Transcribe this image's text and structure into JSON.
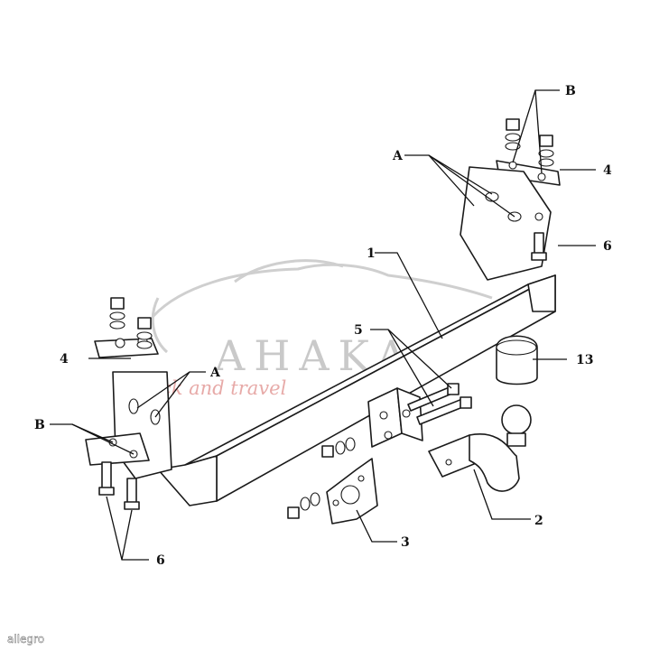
{
  "watermark": {
    "brand": "AHAKA",
    "tagline": "pack and travel"
  },
  "labels": {
    "part_1": "1",
    "part_2": "2",
    "part_3": "3",
    "part_4_left": "4",
    "part_4_right": "4",
    "part_5": "5",
    "part_6_left": "6",
    "part_6_right": "6",
    "part_13": "13",
    "label_a_left": "A",
    "label_a_right": "A",
    "label_b_left": "B",
    "label_b_right": "B"
  },
  "credit": "allegro"
}
